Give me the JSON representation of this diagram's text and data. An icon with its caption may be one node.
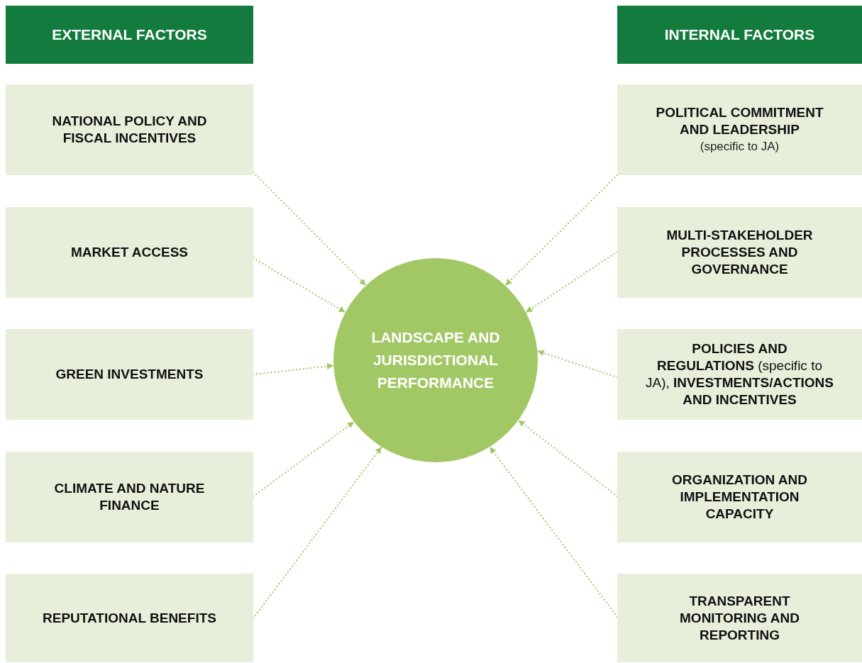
{
  "diagram": {
    "nodes": [
      {
        "text": [
          "EXTERNAL FACTORS"
        ]
      },
      {
        "text": [
          "INTERNAL FACTORS"
        ]
      },
      {
        "text": [
          "NATIONAL POLICY AND FISCAL INCENTIVES"
        ]
      },
      {
        "text": [
          "MARKET ACCESS"
        ]
      },
      {
        "text": [
          "GREEN INVESTMENTS"
        ]
      },
      {
        "text": [
          "CLIMATE AND NATURE FINANCE"
        ]
      },
      {
        "text": [
          "REPUTATIONAL BENEFITS"
        ]
      },
      {
        "text": [
          "POLITICAL COMMITMENT AND LEADERSHIP",
          "(specific to JA)"
        ]
      },
      {
        "text": [
          "MULTI-STAKEHOLDER PROCESSES AND GOVERNANCE"
        ]
      },
      {
        "text": [
          "**POLICIES AND REGULATIONS** (specific to JA), **INVESTMENTS/ACTIONS AND INCENTIVES**"
        ]
      },
      {
        "text": [
          "ORGANIZATION AND IMPLEMENTATION CAPACITY"
        ]
      },
      {
        "text": [
          "TRANSPARENT MONITORING AND REPORTING"
        ]
      },
      {
        "text": [
          "LANDSCAPE AND JURISDICTIONAL PERFORMANCE"
        ]
      }
    ],
    "edges": [
      {
        "from": 2,
        "to": 12,
        "arrow": "to",
        "style": "dashed"
      },
      {
        "from": 3,
        "to": 12,
        "arrow": "to",
        "style": "dashed"
      },
      {
        "from": 4,
        "to": 12,
        "arrow": "to",
        "style": "dashed"
      },
      {
        "from": 5,
        "to": 12,
        "arrow": "to",
        "style": "dashed"
      },
      {
        "from": 6,
        "to": 12,
        "arrow": "to",
        "style": "dashed"
      },
      {
        "from": 7,
        "to": 12,
        "arrow": "to",
        "style": "dashed"
      },
      {
        "from": 8,
        "to": 12,
        "arrow": "to",
        "style": "dashed"
      },
      {
        "from": 9,
        "to": 12,
        "arrow": "to",
        "style": "dashed"
      },
      {
        "from": 10,
        "to": 12,
        "arrow": "to",
        "style": "dashed"
      },
      {
        "from": 11,
        "to": 12,
        "arrow": "to",
        "style": "dashed"
      }
    ]
  }
}
